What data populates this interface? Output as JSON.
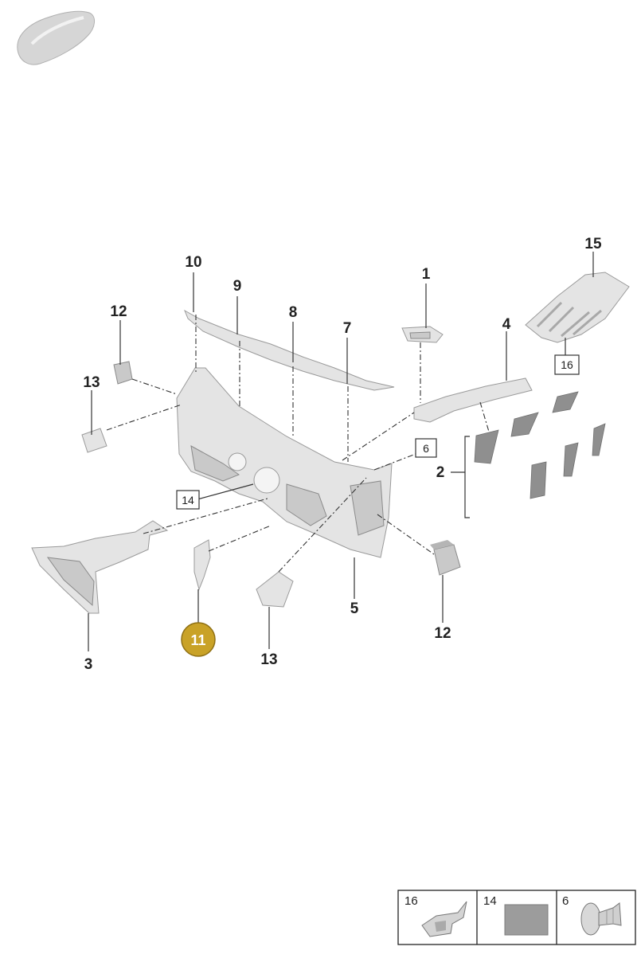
{
  "callouts": {
    "c1": "1",
    "c2": "2",
    "c3": "3",
    "c4": "4",
    "c5": "5",
    "c7": "7",
    "c8": "8",
    "c9": "9",
    "c10": "10",
    "c12a": "12",
    "c12b": "12",
    "c13a": "13",
    "c13b": "13",
    "c15": "15"
  },
  "boxed_callouts": {
    "b16": "16",
    "b14": "14",
    "b6": "6"
  },
  "highlighted": {
    "label": "11",
    "color": "#c9a227"
  },
  "parts_table": {
    "cells": [
      {
        "label": "16",
        "icon": "clip-icon"
      },
      {
        "label": "14",
        "icon": "pad-icon"
      },
      {
        "label": "6",
        "icon": "push-rivet-icon"
      }
    ]
  },
  "colors": {
    "part_fill": "#e4e4e4",
    "pad_fill": "#8f8f8f",
    "highlight": "#c9a227"
  }
}
